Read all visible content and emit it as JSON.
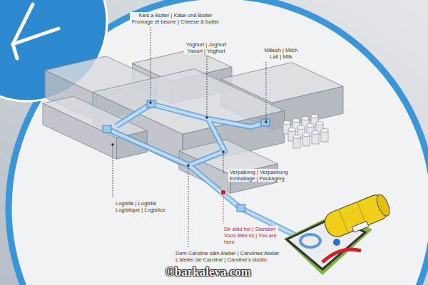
{
  "diagram": {
    "labels": [
      "Kéis a Butter | Käse und Butter Fromage et beurre | Cheese & butter",
      "Yoghurt | Joghurt Yaourt | Yoghurt",
      "Millech | Milch Lait | Milk",
      "Verpakong | Verpackung Emballage | Packaging",
      "Logistik | Logistik Logistique | Logistics",
      "Dir sidd hei | Standort Vous êtes ici | You are here",
      "Dem Caroline säin Atelier | Carolines Atelier L'atelier de Caroline | Caroline's studio",
      "©barkaleva.com"
    ]
  }
}
